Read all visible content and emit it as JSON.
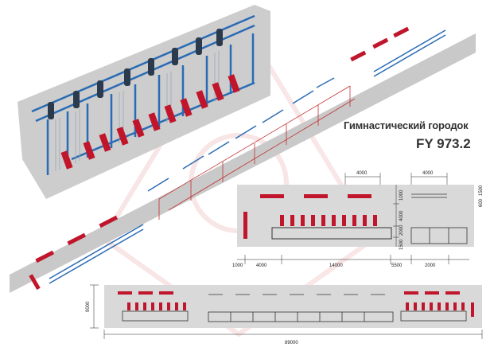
{
  "title": "Гимнастический городок",
  "code": "FY 973.2",
  "colors": {
    "ground": "#c8c8c8",
    "frame_blue": "#2a6bb5",
    "bench_red": "#c0152a",
    "plan_bg": "#d9d9d9",
    "line_dark": "#333333"
  },
  "plan_small": {
    "dims_top": [
      "4000",
      "4000"
    ],
    "dims_side": [
      "1000",
      "4000",
      "2000",
      "1500",
      "1500",
      "600"
    ],
    "dims_bottom": [
      "1000",
      "4000",
      "14000",
      "5500",
      "2000"
    ]
  },
  "plan_large": {
    "dim_height": "9000",
    "dim_length": "89000"
  }
}
